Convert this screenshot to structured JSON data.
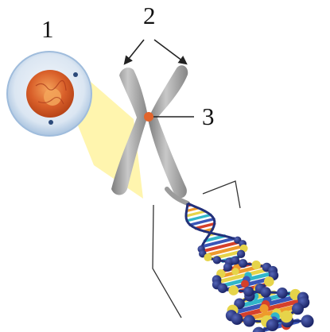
{
  "labels": {
    "cell": "1",
    "chromatids": "2",
    "centromere": "3"
  },
  "colors": {
    "membrane": "#b8cfe6",
    "cytoplasm": "#e4ecf5",
    "nucleus": "#d8642c",
    "nucleolus": "#f0a253",
    "highlight": "#fff3a0",
    "chromosome": "#9d9d9d",
    "centromere_mark": "#e0632a",
    "arrow": "#222222",
    "frame": "#333333",
    "dna_backbone": "#22307a",
    "dna_strand_light": "#ffffff",
    "base_yellow": "#e6d44a",
    "base_red": "#d5402b",
    "base_cyan": "#31b6c9",
    "base_orange": "#ee9a2c",
    "base_blue": "#3a56b8"
  }
}
